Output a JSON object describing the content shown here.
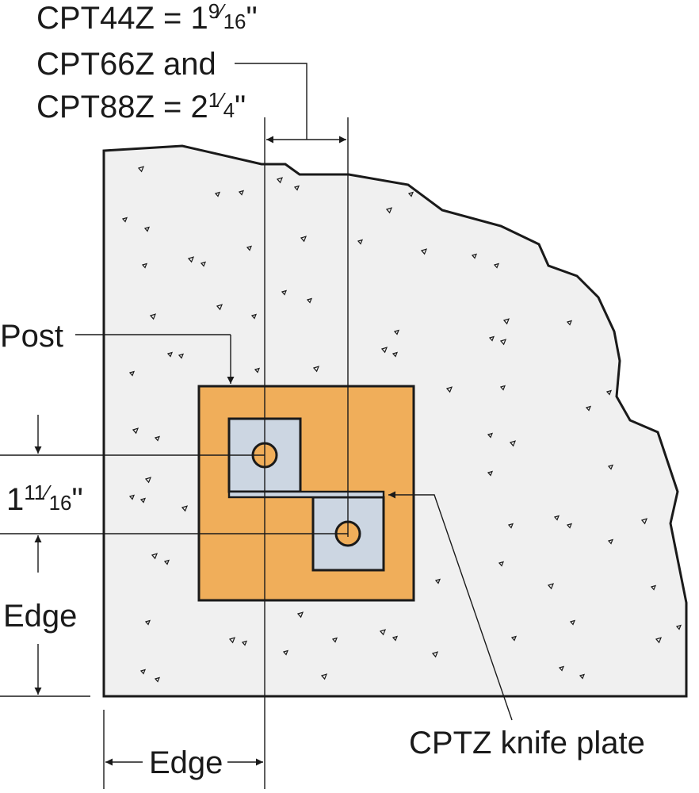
{
  "labels": {
    "cpt44z": {
      "prefix": "CPT44Z = 1",
      "num": "9",
      "den": "16",
      "suffix": "\""
    },
    "cpt66z_line": "CPT66Z and",
    "cpt88z": {
      "prefix": "CPT88Z = 2",
      "num": "1",
      "den": "4",
      "suffix": "\""
    },
    "post": "Post",
    "bolt_spacing": {
      "prefix": "1",
      "num": "11",
      "den": "16",
      "suffix": "\""
    },
    "edge_vertical": "Edge",
    "edge_horizontal": "Edge",
    "knife_plate": "CPTZ knife plate"
  },
  "colors": {
    "concrete": "#f0f0f0",
    "post": "#f0ae5a",
    "plate": "#ccd6e2",
    "bolt": "#f0ae5a",
    "stroke": "#1a1a1a"
  }
}
